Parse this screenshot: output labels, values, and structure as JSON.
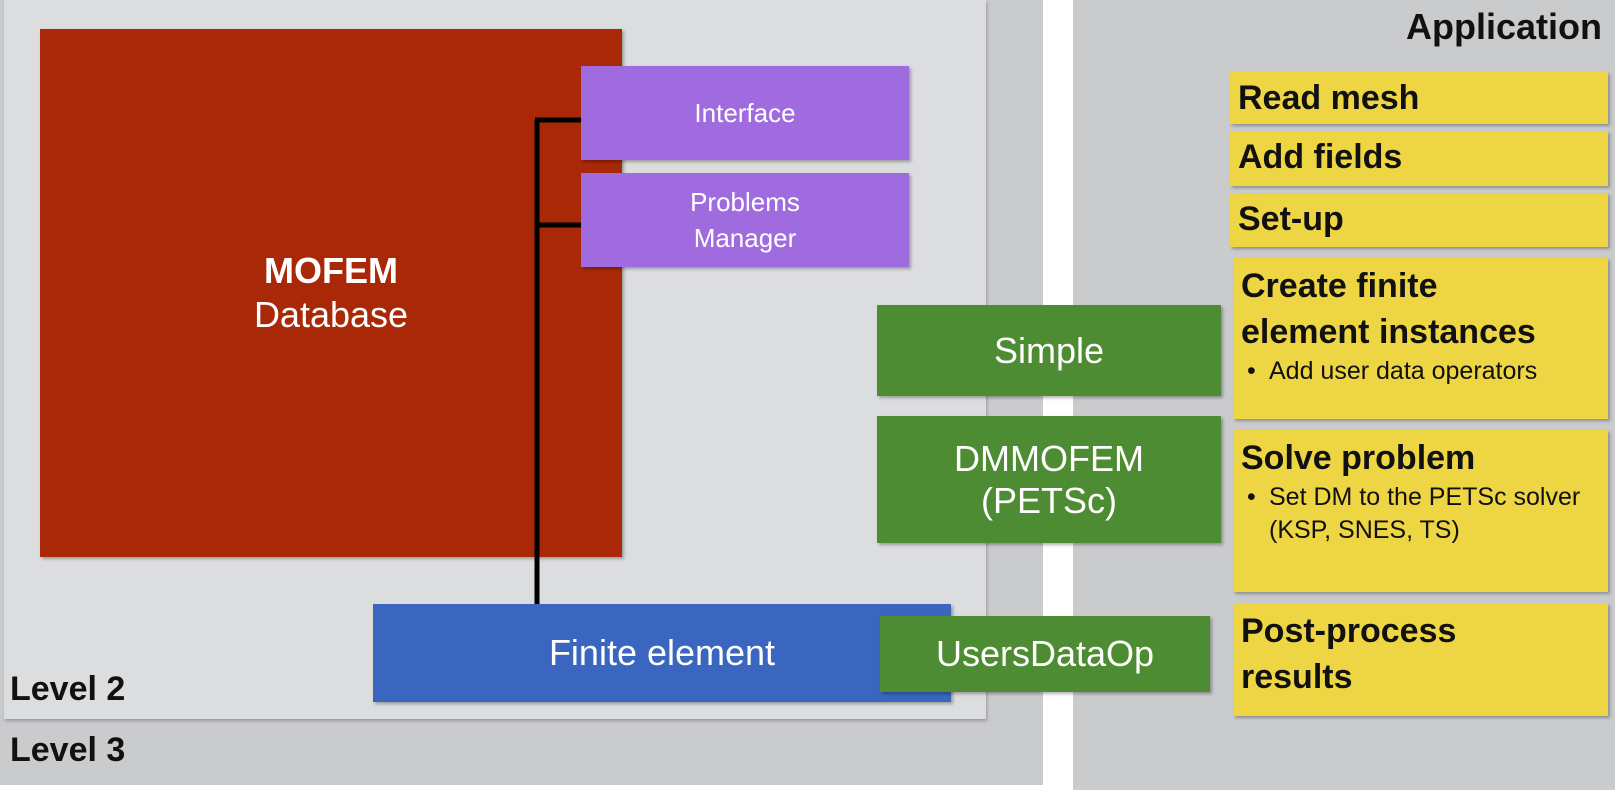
{
  "levels": {
    "level2": "Level 2",
    "level3": "Level 3"
  },
  "database": {
    "title": "MOFEM",
    "subtitle": "Database"
  },
  "boxes": {
    "interface": "Interface",
    "problems_line1": "Problems",
    "problems_line2": "Manager",
    "simple": "Simple",
    "dmmofem_line1": "DMMOFEM",
    "dmmofem_line2": "(PETSc)",
    "finite_element": "Finite element",
    "users_data_op": "UsersDataOp"
  },
  "application": {
    "title": "Application",
    "steps": [
      {
        "title": "Read mesh"
      },
      {
        "title": "Add fields"
      },
      {
        "title": "Set-up"
      },
      {
        "title_line1": "Create finite",
        "title_line2": "element instances",
        "bullets": [
          "Add user data operators"
        ]
      },
      {
        "title": "Solve problem",
        "bullets": [
          "Set DM to the PETSc solver (KSP, SNES, TS)"
        ]
      },
      {
        "title_line1": "Post-process",
        "title_line2": "results"
      }
    ]
  },
  "colors": {
    "database": "#a92808",
    "purple": "#9f6bdf",
    "green": "#4e8c34",
    "blue": "#3a66c0",
    "yellow": "#edd544",
    "level_bg": "#cacbcd"
  }
}
